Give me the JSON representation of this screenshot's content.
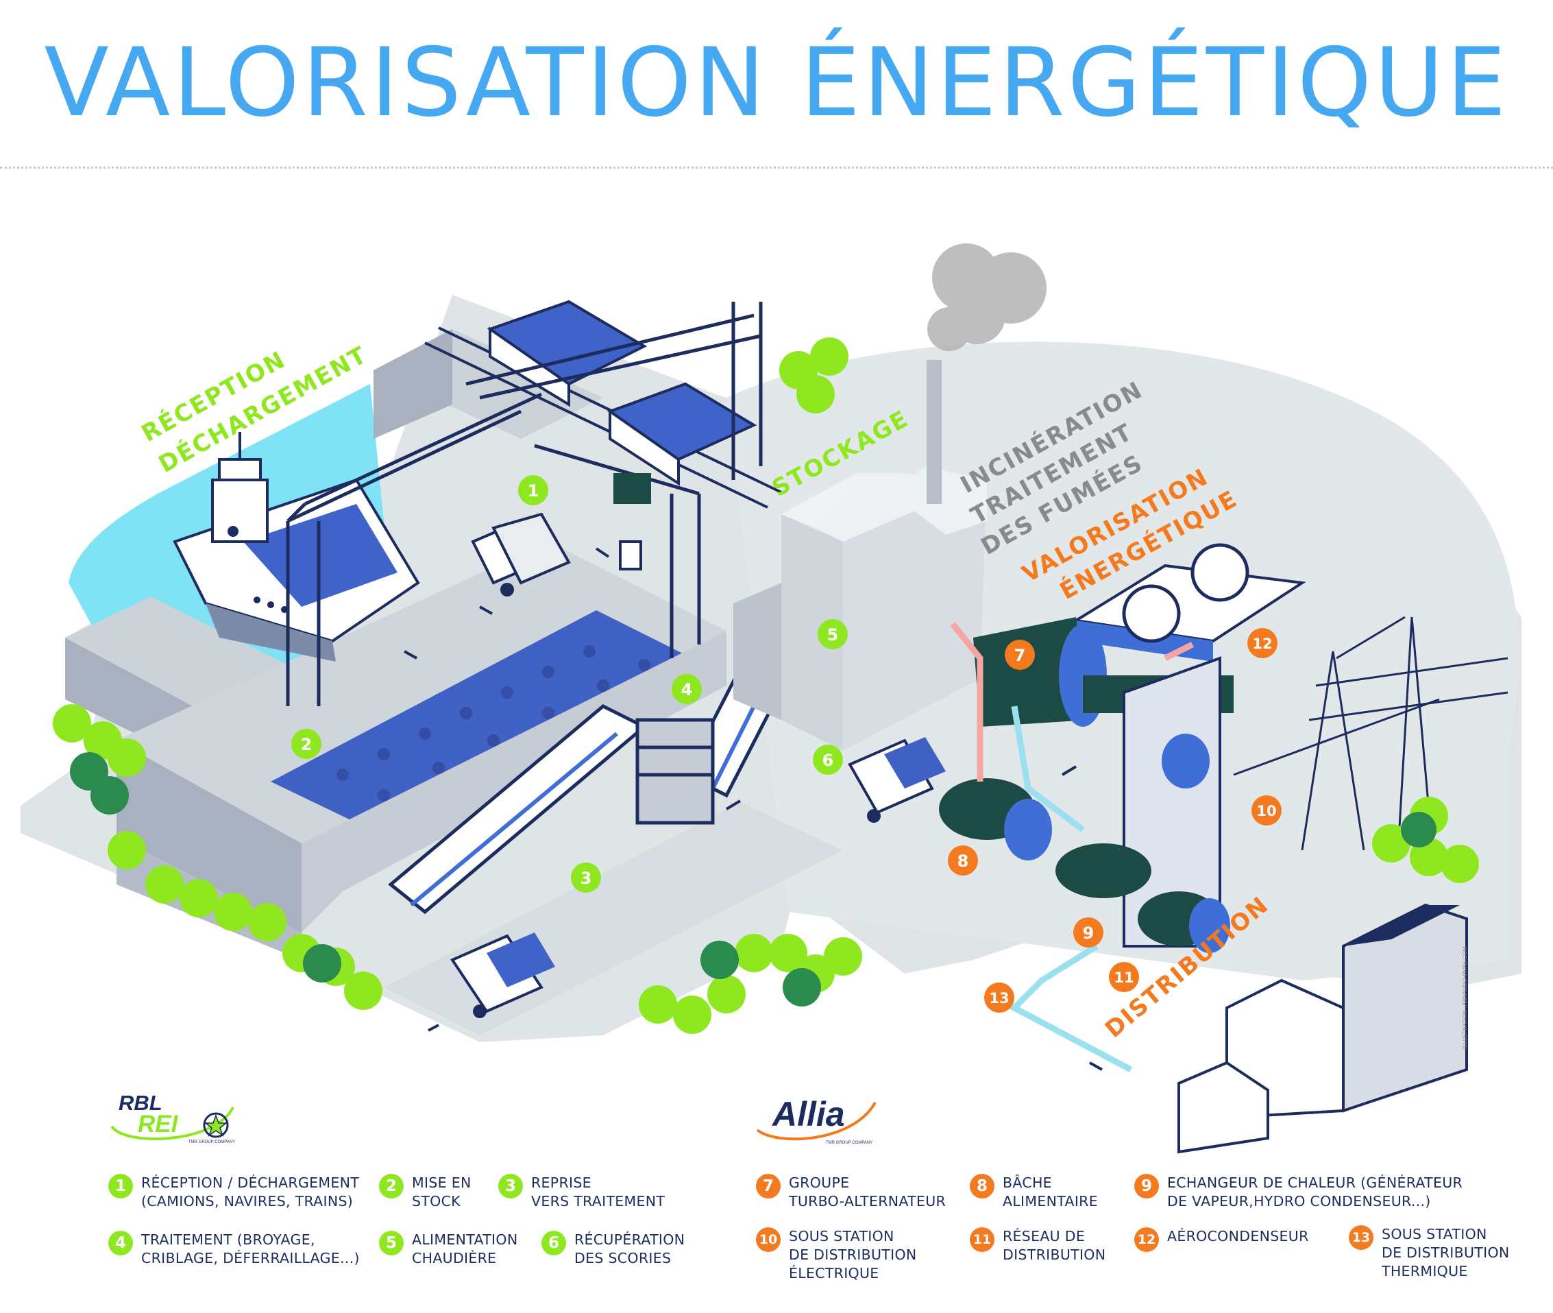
{
  "title": "VALORISATION ÉNERGÉTIQUE",
  "colors": {
    "title": "#45a8f0",
    "green": "#8fe81f",
    "orange": "#f47a1f",
    "navy": "#1d2c5e",
    "water": "#7fe3f5",
    "ground": "#dfe4e7",
    "blue": "#3f6fd6",
    "dark_green": "#1c4a44"
  },
  "zones": {
    "reception": [
      "RÉCEPTION",
      "DÉCHARGEMENT"
    ],
    "stockage": "STOCKAGE",
    "incineration": [
      "INCINÉRATION",
      "TRAITEMENT",
      "DES FUMÉES"
    ],
    "valorisation": [
      "VALORISATION",
      "ÉNERGÉTIQUE"
    ],
    "distribution": "DISTRIBUTION"
  },
  "markers": [
    {
      "n": "1",
      "color": "green"
    },
    {
      "n": "2",
      "color": "green"
    },
    {
      "n": "3",
      "color": "green"
    },
    {
      "n": "4",
      "color": "green"
    },
    {
      "n": "5",
      "color": "green"
    },
    {
      "n": "6",
      "color": "green"
    },
    {
      "n": "7",
      "color": "orange"
    },
    {
      "n": "8",
      "color": "orange"
    },
    {
      "n": "9",
      "color": "orange"
    },
    {
      "n": "10",
      "color": "orange"
    },
    {
      "n": "11",
      "color": "orange"
    },
    {
      "n": "12",
      "color": "orange"
    },
    {
      "n": "13",
      "color": "orange"
    }
  ],
  "logos": {
    "rbl_line1": "RBL",
    "rbl_line2": "REI",
    "rbl_sub": "TMR GROUP COMPANY",
    "allia": "Allia",
    "allia_sub": "TMR GROUP COMPANY"
  },
  "credit": "ILLUSTRATION : ARNAUDCHAVAS.COM",
  "legend": [
    {
      "n": "1",
      "color": "green",
      "text": "RÉCEPTION  / DÉCHARGEMENT\n(CAMIONS, NAVIRES, TRAINS)"
    },
    {
      "n": "2",
      "color": "green",
      "text": "MISE EN\nSTOCK"
    },
    {
      "n": "3",
      "color": "green",
      "text": "REPRISE\nVERS TRAITEMENT"
    },
    {
      "n": "4",
      "color": "green",
      "text": "TRAITEMENT (BROYAGE,\nCRIBLAGE, DÉFERRAILLAGE...)"
    },
    {
      "n": "5",
      "color": "green",
      "text": "ALIMENTATION\nCHAUDIÈRE"
    },
    {
      "n": "6",
      "color": "green",
      "text": "RÉCUPÉRATION\nDES SCORIES"
    },
    {
      "n": "7",
      "color": "orange",
      "text": "GROUPE\nTURBO-ALTERNATEUR"
    },
    {
      "n": "8",
      "color": "orange",
      "text": "BÂCHE\nALIMENTAIRE"
    },
    {
      "n": "9",
      "color": "orange",
      "text": "ECHANGEUR DE CHALEUR (GÉNÉRATEUR\nDE VAPEUR,HYDRO CONDENSEUR...)"
    },
    {
      "n": "10",
      "color": "orange",
      "text": "SOUS STATION\nDE DISTRIBUTION\nÉLECTRIQUE"
    },
    {
      "n": "11",
      "color": "orange",
      "text": "RÉSEAU DE\nDISTRIBUTION"
    },
    {
      "n": "12",
      "color": "orange",
      "text": "AÉROCONDENSEUR"
    },
    {
      "n": "13",
      "color": "orange",
      "text": "SOUS STATION\nDE DISTRIBUTION\nTHERMIQUE"
    }
  ]
}
